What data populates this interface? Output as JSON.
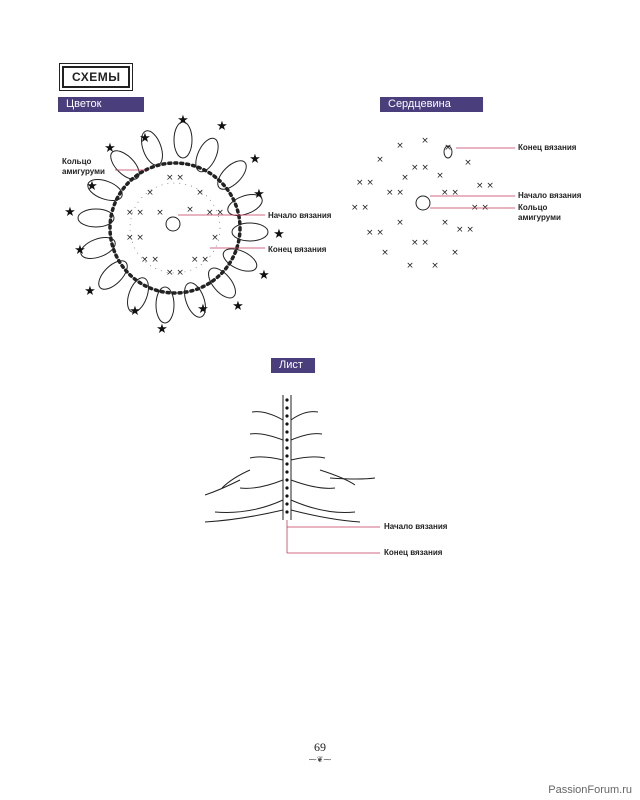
{
  "header": {
    "section_title": "СХЕМЫ"
  },
  "flower": {
    "tag": "Цветок",
    "ring_label_line1": "Кольцо",
    "ring_label_line2": "амигуруми",
    "start_label": "Начало вязания",
    "end_label": "Конец вязания"
  },
  "center": {
    "tag": "Сердцевина",
    "end_label": "Конец вязания",
    "start_label": "Начало вязания",
    "ring_label_line1": "Кольцо",
    "ring_label_line2": "амигуруми"
  },
  "leaf": {
    "tag": "Лист",
    "start_label": "Начало вязания",
    "end_label": "Конец вязания"
  },
  "footer": {
    "page_number": "69",
    "watermark": "PassionForum.ru"
  },
  "colors": {
    "tag_bg": "#4a3f7c",
    "pointer_line": "#c0395a"
  }
}
